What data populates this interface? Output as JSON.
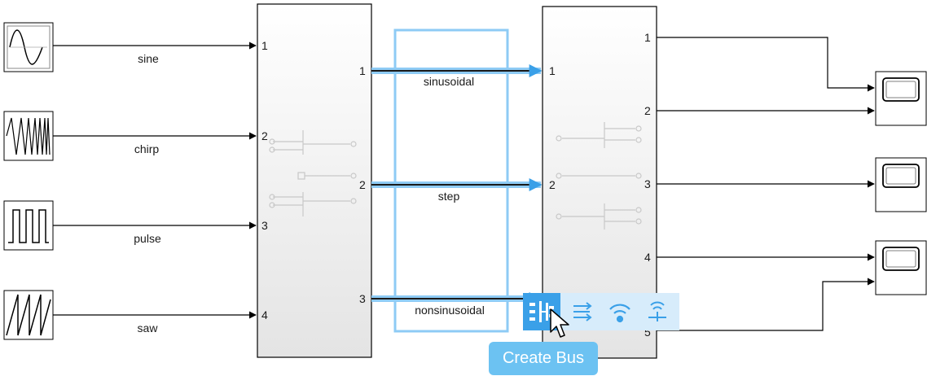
{
  "sources": [
    {
      "icon": "sine-wave-icon",
      "signal_label": "sine",
      "in_port": "1"
    },
    {
      "icon": "chirp-signal-icon",
      "signal_label": "chirp",
      "in_port": "2"
    },
    {
      "icon": "pulse-generator-icon",
      "signal_label": "pulse",
      "in_port": "3"
    },
    {
      "icon": "sawtooth-icon",
      "signal_label": "saw",
      "in_port": "4"
    }
  ],
  "left_block": {
    "out_ports": [
      "1",
      "2",
      "3"
    ]
  },
  "bus_signals": [
    {
      "label": "sinusoidal",
      "in_port": "1"
    },
    {
      "label": "step",
      "in_port": "2"
    },
    {
      "label": "nonsinusoidal",
      "in_port": ""
    }
  ],
  "right_block": {
    "out_ports": [
      "1",
      "2",
      "3",
      "4",
      "5"
    ]
  },
  "scopes": [
    "scope-icon",
    "scope-icon",
    "scope-icon"
  ],
  "action_bar": {
    "icons": [
      "create-bus-icon",
      "bus-assignment-icon",
      "broadcast-signal-icon",
      "signal-tap-icon"
    ]
  },
  "tooltip": {
    "text": "Create Bus"
  },
  "colors": {
    "selection": "#8ecbf5",
    "highlight": "#3aa0e8",
    "line": "#000000",
    "block_fill": "#f1f1f1"
  }
}
